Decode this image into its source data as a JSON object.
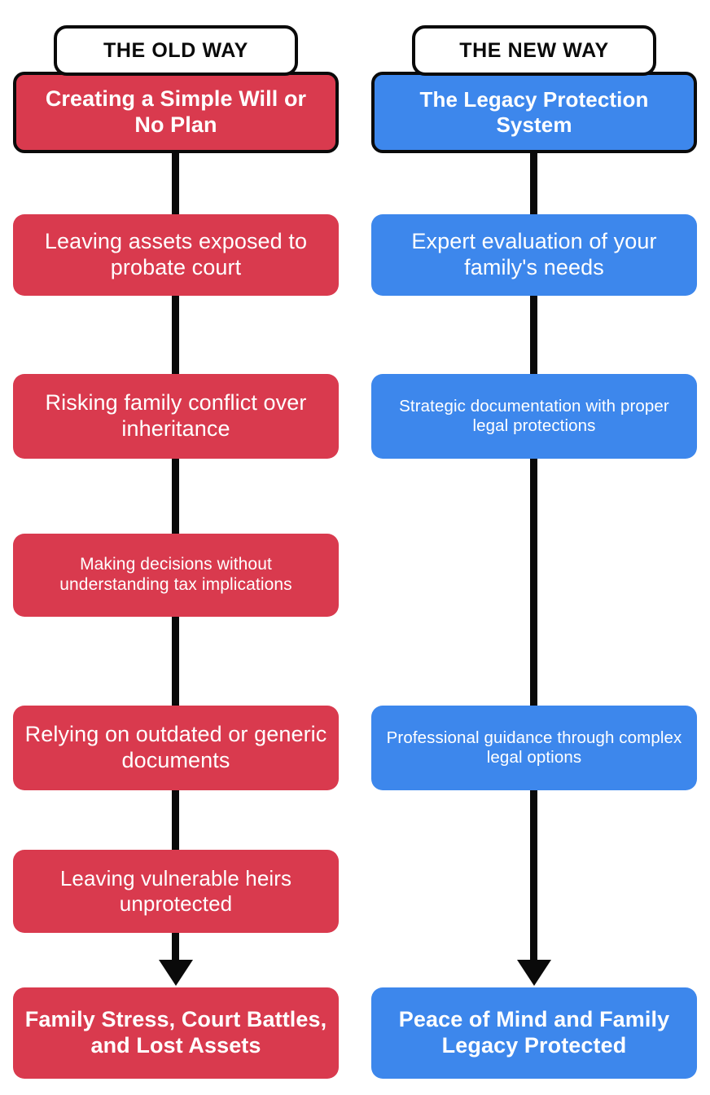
{
  "diagram": {
    "title_left": "THE OLD WAY",
    "title_right": "THE NEW WAY",
    "colors": {
      "red": "#d93a4e",
      "blue": "#3d87ec",
      "line": "#0a0a0a",
      "background": "#ffffff",
      "text_on_box": "#ffffff",
      "pill_text": "#0a0a0a"
    }
  },
  "columns": {
    "left": {
      "header": "THE OLD WAY",
      "nodes": [
        {
          "text": "Creating a Simple Will or No Plan"
        },
        {
          "text": "Leaving assets exposed to probate court"
        },
        {
          "text": "Risking family conflict over inheritance"
        },
        {
          "text": "Making decisions without understanding tax implications"
        },
        {
          "text": "Relying on outdated or generic documents"
        },
        {
          "text": "Leaving vulnerable heirs unprotected"
        },
        {
          "text": "Family Stress, Court Battles, and Lost Assets"
        }
      ]
    },
    "right": {
      "header": "THE NEW WAY",
      "nodes": [
        {
          "text": "The Legacy Protection System"
        },
        {
          "text": "Expert evaluation of your family's needs"
        },
        {
          "text": "Strategic documentation with proper legal protections"
        },
        {
          "text": "Professional guidance through complex legal options"
        },
        {
          "text": "Peace of Mind and Family Legacy Protected"
        }
      ]
    }
  }
}
